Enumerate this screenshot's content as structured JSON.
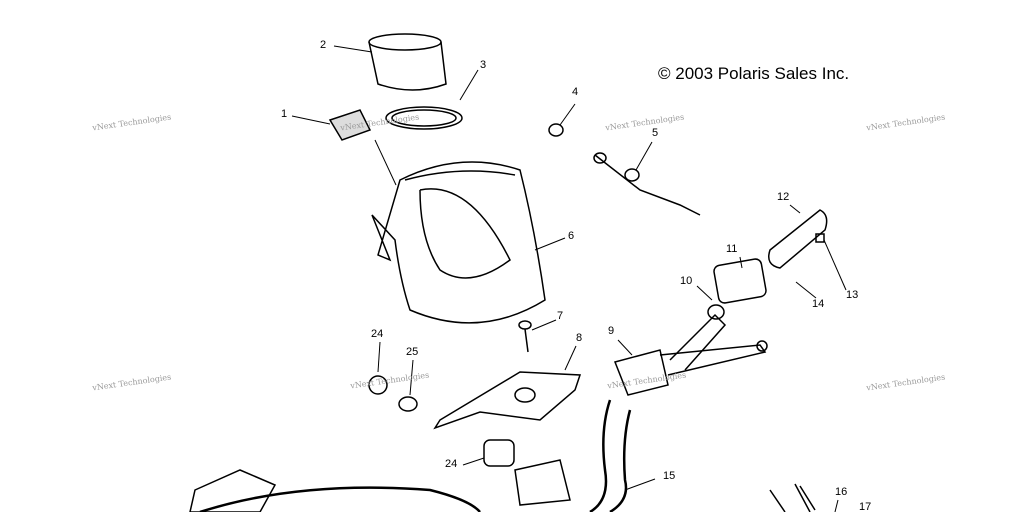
{
  "copyright": "© 2003 Polaris Sales Inc.",
  "watermark": "vNext Technologies",
  "callouts": [
    "1",
    "2",
    "3",
    "4",
    "5",
    "6",
    "7",
    "8",
    "9",
    "10",
    "11",
    "12",
    "13",
    "14",
    "15",
    "16",
    "17",
    "24",
    "25",
    "24"
  ]
}
